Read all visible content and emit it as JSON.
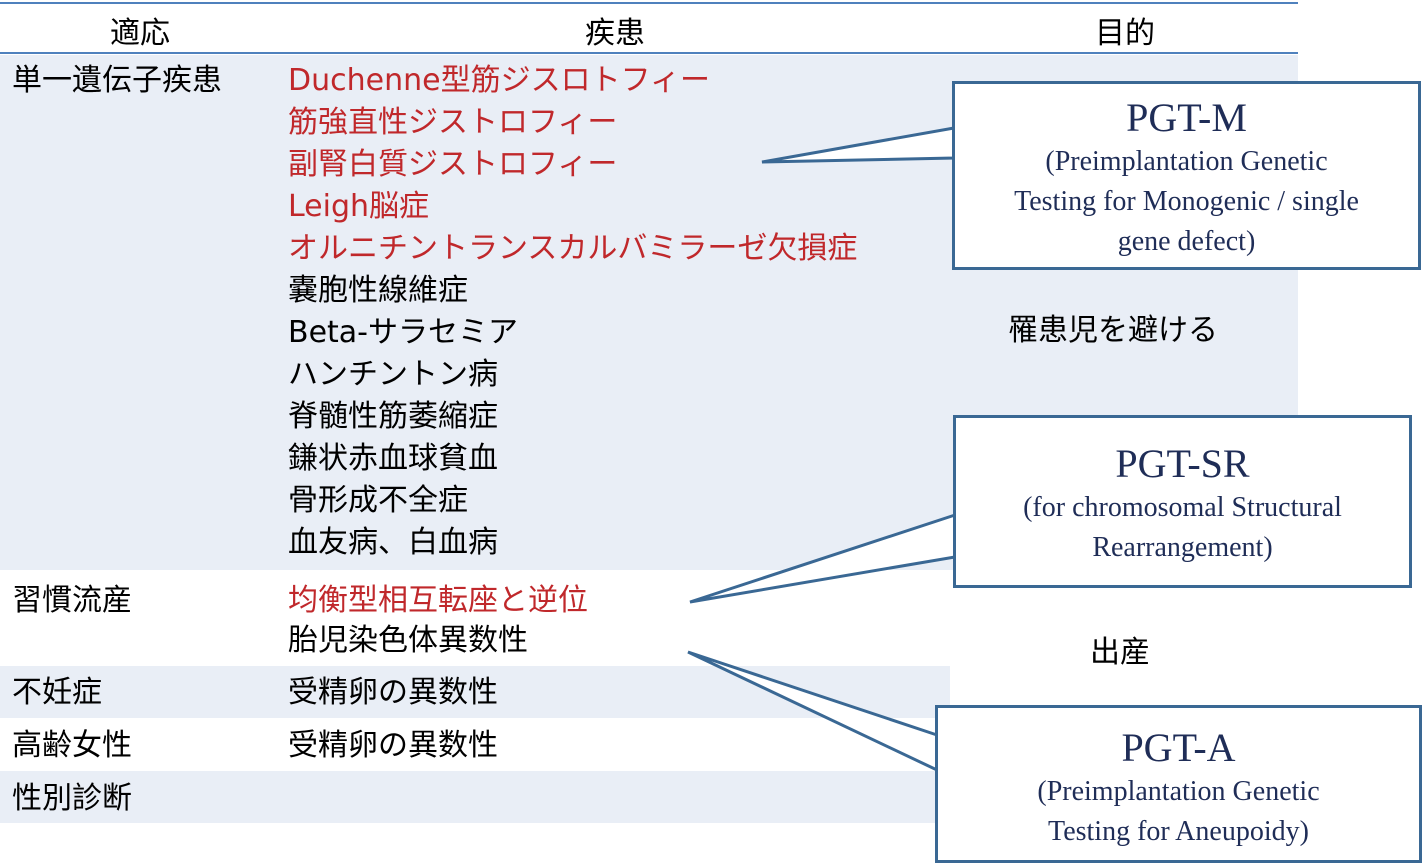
{
  "header": {
    "col1": "適応",
    "col2": "疾患",
    "col3": "目的"
  },
  "rows": {
    "single_gene": {
      "indication": "単一遺伝子疾患",
      "diseases_red": [
        "Duchenne型筋ジスロトフィー",
        "筋強直性ジストロフィー",
        "副腎白質ジストロフィー",
        "Leigh脳症",
        "オルニチントランスカルバミラーゼ欠損症"
      ],
      "diseases_black": [
        "嚢胞性線維症",
        "Beta-サラセミア",
        "ハンチントン病",
        "脊髄性筋萎縮症",
        "鎌状赤血球貧血",
        "骨形成不全症",
        "血友病、白血病"
      ],
      "purpose": "罹患児を避ける"
    },
    "habitual_abortion": {
      "indication": "習慣流産",
      "disease_red": "均衡型相互転座と逆位",
      "disease_black": "胎児染色体異数性",
      "purpose": "出産"
    },
    "infertility": {
      "indication": "不妊症",
      "disease": "受精卵の異数性"
    },
    "advanced_age": {
      "indication": "高齢女性",
      "disease": "受精卵の異数性"
    },
    "sex_diagnosis": {
      "indication": "性別診断"
    }
  },
  "callouts": {
    "pgt_m": {
      "title": "PGT-M",
      "lines": [
        "(Preimplantation Genetic",
        "Testing for Monogenic / single",
        "gene defect)"
      ]
    },
    "pgt_sr": {
      "title": "PGT-SR",
      "lines": [
        "(for chromosomal Structural",
        "Rearrangement)"
      ]
    },
    "pgt_a": {
      "title": "PGT-A",
      "lines": [
        "(Preimplantation Genetic",
        "Testing for Aneupoidy)"
      ]
    }
  },
  "colors": {
    "table_line": "#4f81bd",
    "band": "#e9eef6",
    "red_text": "#c0282b",
    "callout_border": "#3a6894",
    "callout_text": "#1f2d57"
  }
}
